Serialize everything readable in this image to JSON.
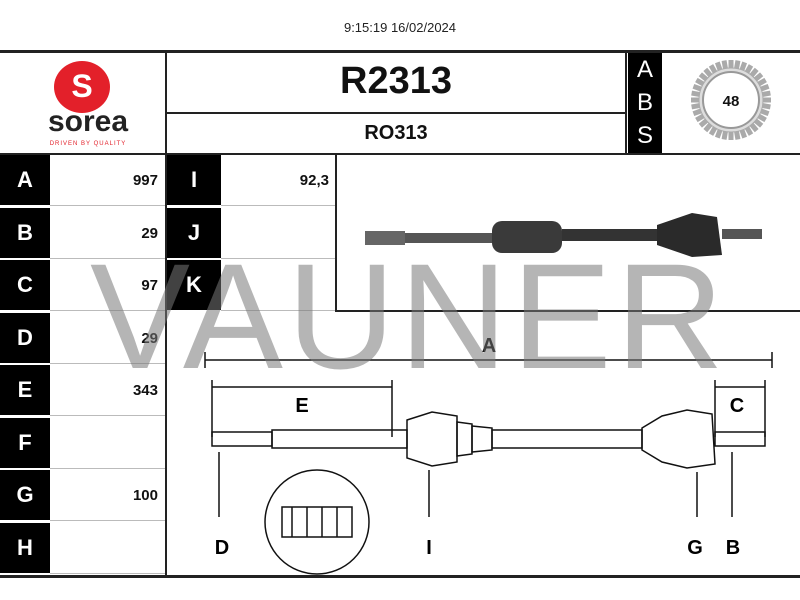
{
  "timestamp": "9:15:19 16/02/2024",
  "brand": {
    "name": "sorea",
    "tagline": "DRIVEN BY QUALITY",
    "color": "#e3202a"
  },
  "part": {
    "code": "R2313",
    "ref": "RO313"
  },
  "abs": {
    "letters": [
      "A",
      "B",
      "S"
    ],
    "teeth": "48"
  },
  "specs_left": [
    {
      "key": "A",
      "value": "997"
    },
    {
      "key": "B",
      "value": "29"
    },
    {
      "key": "C",
      "value": "97"
    },
    {
      "key": "D",
      "value": "29"
    },
    {
      "key": "E",
      "value": "343"
    },
    {
      "key": "F",
      "value": ""
    },
    {
      "key": "G",
      "value": "100"
    },
    {
      "key": "H",
      "value": ""
    }
  ],
  "specs_right": [
    {
      "key": "I",
      "value": "92,3"
    },
    {
      "key": "J",
      "value": ""
    },
    {
      "key": "K",
      "value": ""
    }
  ],
  "diagram": {
    "dim_a": "A",
    "dim_e": "E",
    "dim_c": "C",
    "pointer_d": "D",
    "pointer_i": "I",
    "pointer_g": "G",
    "pointer_b": "B"
  },
  "watermark": "VAUNER"
}
